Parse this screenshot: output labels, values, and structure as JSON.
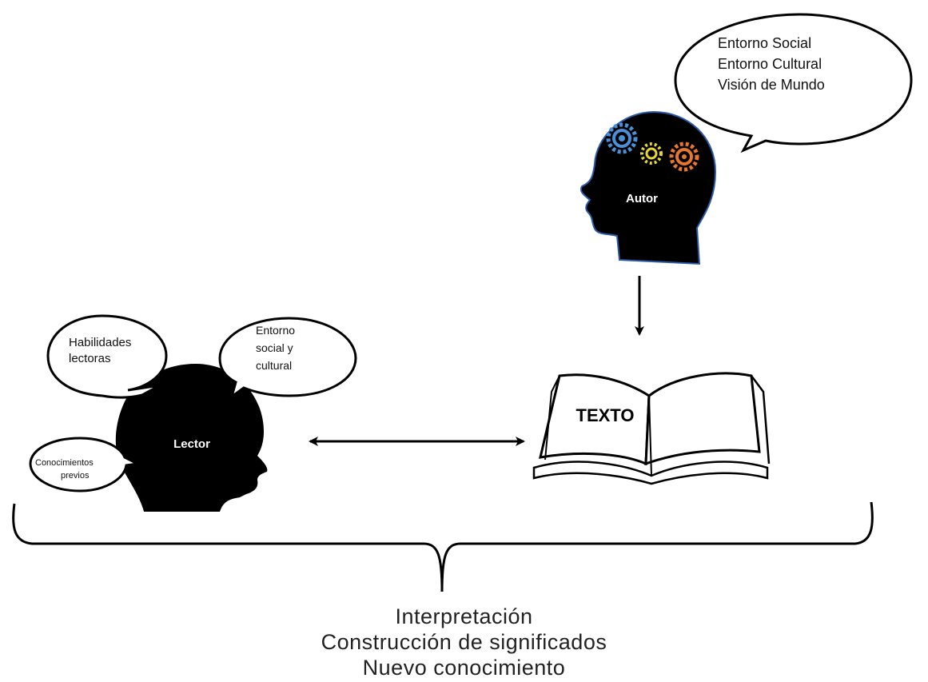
{
  "autor": {
    "label": "Autor",
    "bubble_lines": [
      "Entorno Social",
      "Entorno Cultural",
      "Visión de Mundo"
    ],
    "gear_colors": [
      "#4a90d9",
      "#e8d531",
      "#e8772a"
    ]
  },
  "lector": {
    "label": "Lector",
    "bubbles": {
      "habilidades": [
        "Habilidades",
        "lectoras"
      ],
      "entorno": [
        "Entorno",
        "social y",
        "cultural"
      ],
      "conocimientos": [
        "Conocimientos",
        "previos"
      ]
    }
  },
  "texto": {
    "label": "TEXTO"
  },
  "bottom_lines": [
    "Interpretación",
    "Construcción de significados",
    "Nuevo conocimiento"
  ]
}
